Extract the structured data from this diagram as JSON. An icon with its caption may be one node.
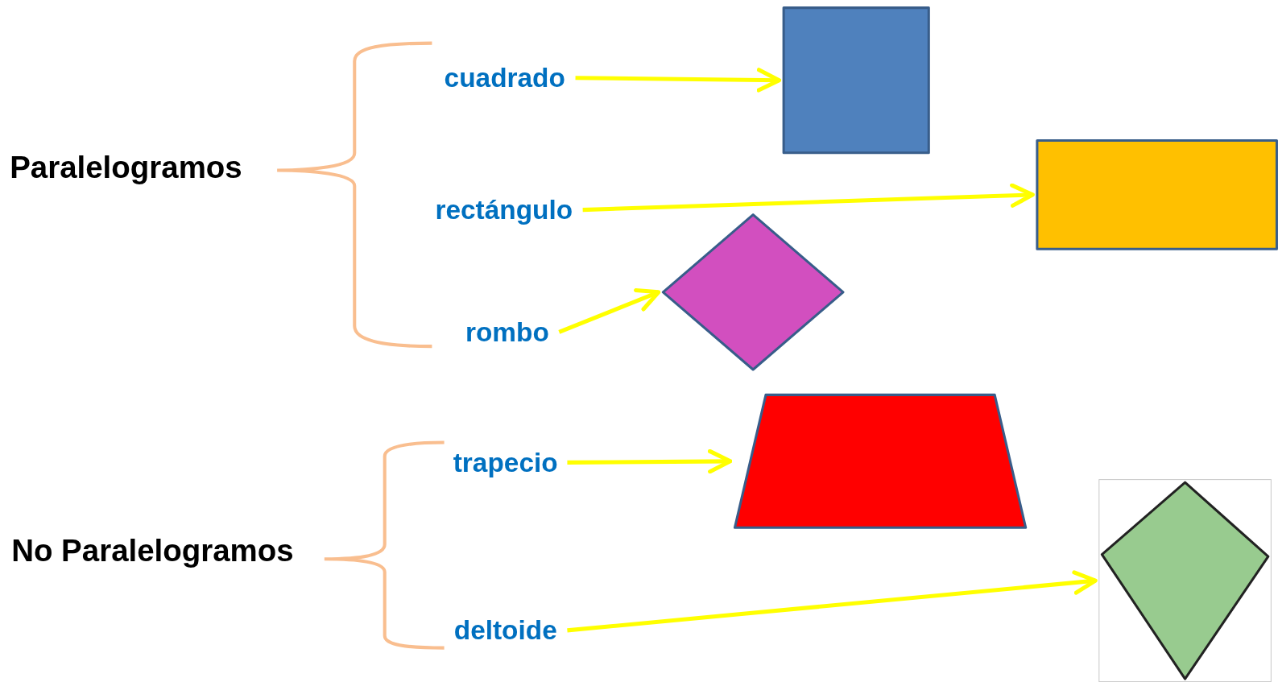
{
  "diagram": {
    "nodes": [
      {
        "text": [
          "Paralelogramos"
        ]
      },
      {
        "text": [
          "cuadrado"
        ]
      },
      {
        "text": [],
        "shape": "box"
      },
      {
        "text": [
          "rectángulo"
        ]
      },
      {
        "text": [],
        "shape": "box"
      },
      {
        "text": [
          "rombo"
        ]
      },
      {
        "text": [],
        "shape": "diamond"
      },
      {
        "text": [
          "trapecio"
        ]
      },
      {
        "text": [],
        "shape": "trapezoid"
      },
      {
        "text": [
          "No Paralelogramos"
        ]
      },
      {
        "text": [
          "deltoide"
        ]
      },
      {
        "text": [],
        "shape": "kite"
      }
    ],
    "edges": [
      {
        "from": 1,
        "to": 2,
        "arrow": "to"
      },
      {
        "from": 3,
        "to": 4,
        "arrow": "to"
      },
      {
        "from": 5,
        "to": 6,
        "arrow": "to"
      },
      {
        "from": 7,
        "to": 8,
        "arrow": "to"
      },
      {
        "from": 10,
        "to": 11,
        "arrow": "to"
      }
    ]
  }
}
